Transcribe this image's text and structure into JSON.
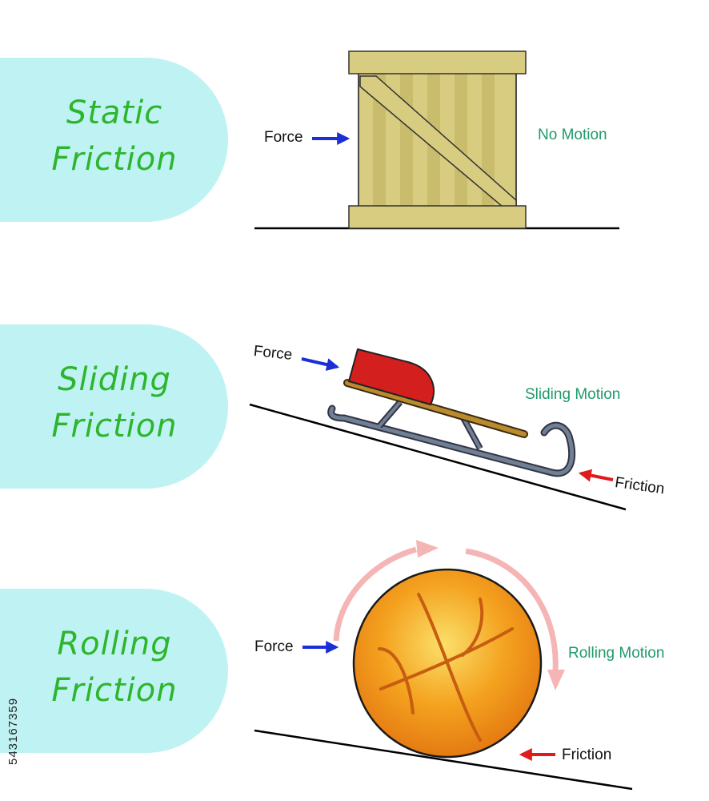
{
  "panels": [
    {
      "id": "static",
      "title_line1": "Static",
      "title_line2": "Friction",
      "force_label": "Force",
      "motion_label": "No Motion"
    },
    {
      "id": "sliding",
      "title_line1": "Sliding",
      "title_line2": "Friction",
      "force_label": "Force",
      "motion_label": "Sliding Motion",
      "friction_label": "Friction"
    },
    {
      "id": "rolling",
      "title_line1": "Rolling",
      "title_line2": "Friction",
      "force_label": "Force",
      "motion_label": "Rolling Motion",
      "friction_label": "Friction"
    }
  ],
  "stock_id": "543167359",
  "colors": {
    "tab": "#bff3f3",
    "title": "#2db52d",
    "motion_text": "#1f9a6a",
    "force_arrow": "#1a2fd6",
    "friction_arrow": "#e01b1b",
    "rolling_arrow": "#f5b5b5",
    "crate": "#d8cc80",
    "sled_seat": "#d41f1f",
    "ball": "#f29a1f"
  }
}
